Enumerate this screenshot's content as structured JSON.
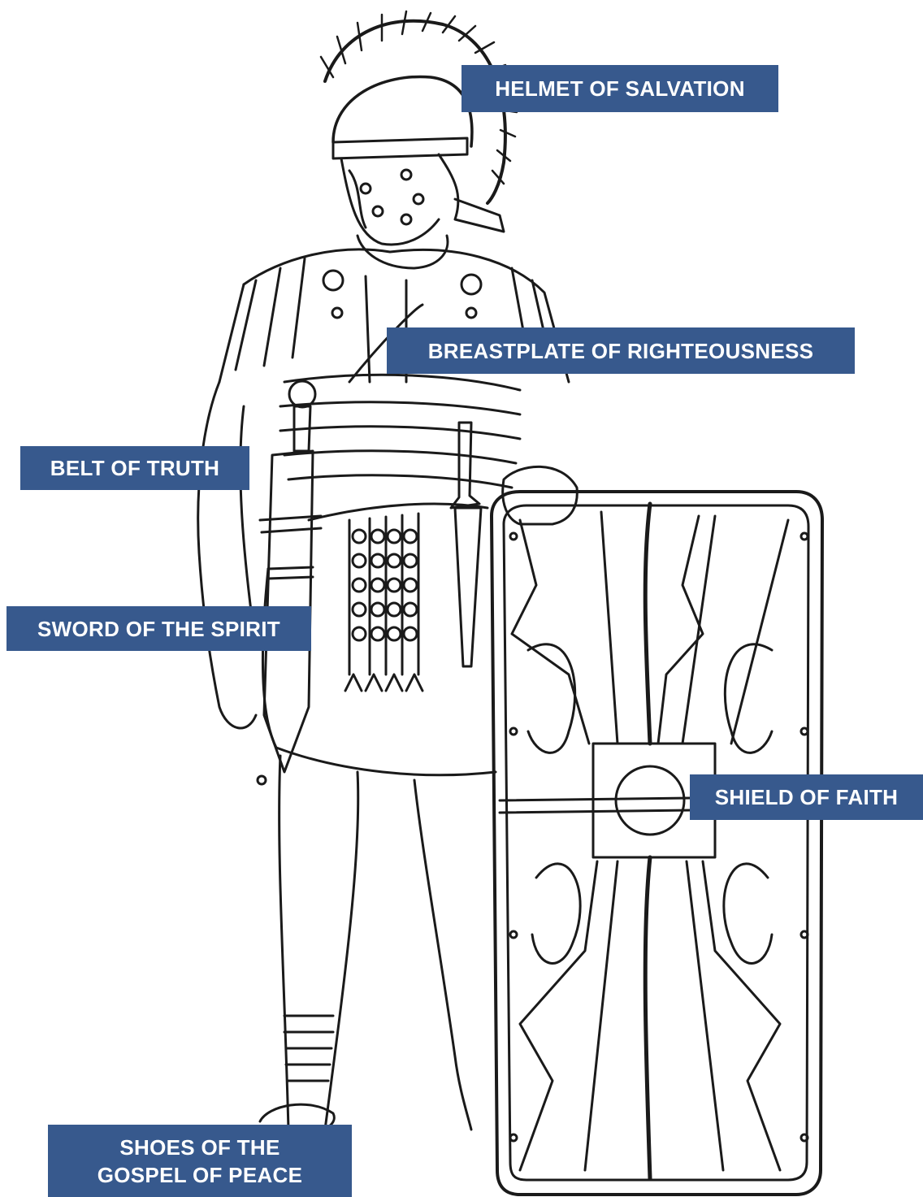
{
  "labels": {
    "helmet": "HELMET OF SALVATION",
    "breastplate": "BREASTPLATE OF RIGHTEOUSNESS",
    "belt": "BELT OF TRUTH",
    "sword": "SWORD OF THE SPIRIT",
    "shield": "SHIELD OF FAITH",
    "shoes_line1": "SHOES OF THE",
    "shoes_line2": "GOSPEL OF PEACE"
  },
  "colors": {
    "label_background": "#37598d",
    "label_text": "#ffffff",
    "line_art": "#1a1a1a",
    "background": "#ffffff"
  },
  "illustration": "roman-soldier-line-drawing"
}
